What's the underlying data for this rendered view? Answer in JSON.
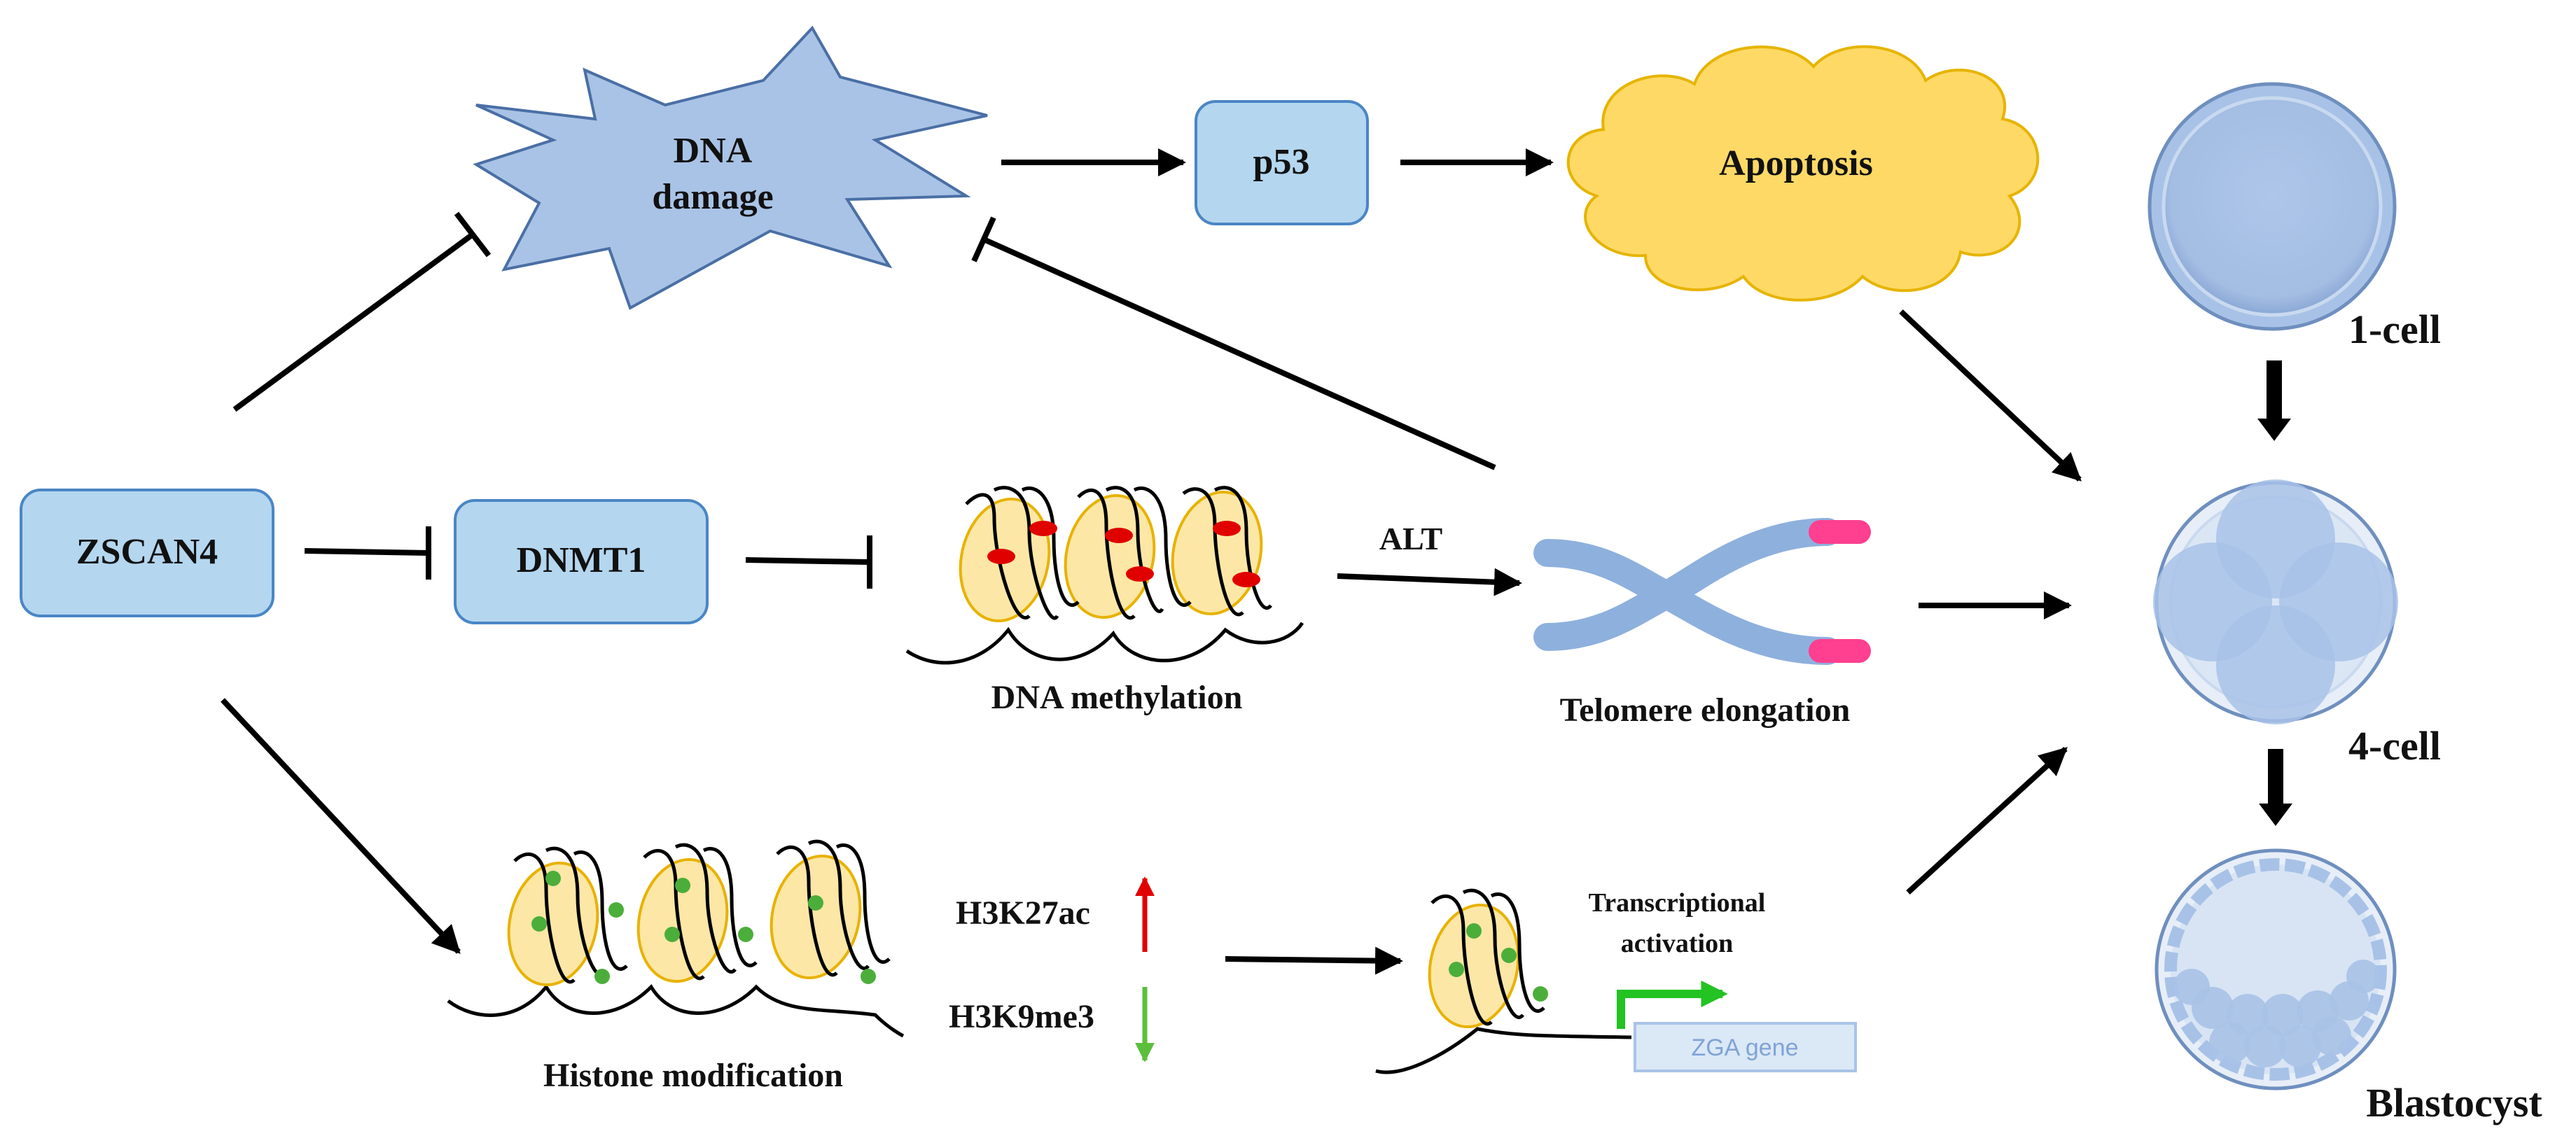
{
  "nodes": {
    "zscan4": "ZSCAN4",
    "dnmt1": "DNMT1",
    "p53": "p53",
    "dna_damage_line1": "DNA",
    "dna_damage_line2": "damage",
    "apoptosis": "Apoptosis",
    "dna_methylation": "DNA methylation",
    "alt": "ALT",
    "telomere_elongation": "Telomere elongation",
    "histone_modification": "Histone modification",
    "h3k27ac": "H3K27ac",
    "h3k9me3": "H3K9me3",
    "transcriptional_line1": "Transcriptional",
    "transcriptional_line2": "activation",
    "zga_gene": "ZGA gene"
  },
  "stages": {
    "one_cell": "1-cell",
    "four_cell": "4-cell",
    "blastocyst": "Blastocyst"
  },
  "colors": {
    "box_fill": "#b4d6ef",
    "box_stroke": "#4a86c5",
    "star_fill": "#a9c3e6",
    "cloud_fill": "#ffd966",
    "cell_fill": "#a8c2e7",
    "nucleosome_fill": "#fde7a6",
    "nucleosome_stroke": "#e8b200",
    "methyl_mark": "#e00000",
    "histone_mark": "#4cae3a",
    "telomere": "#8eb0dd",
    "telomere_cap": "#ff3f8f",
    "up_arrow": "#e00000",
    "down_arrow": "#5cbf3c",
    "tss_arrow": "#22c322"
  }
}
